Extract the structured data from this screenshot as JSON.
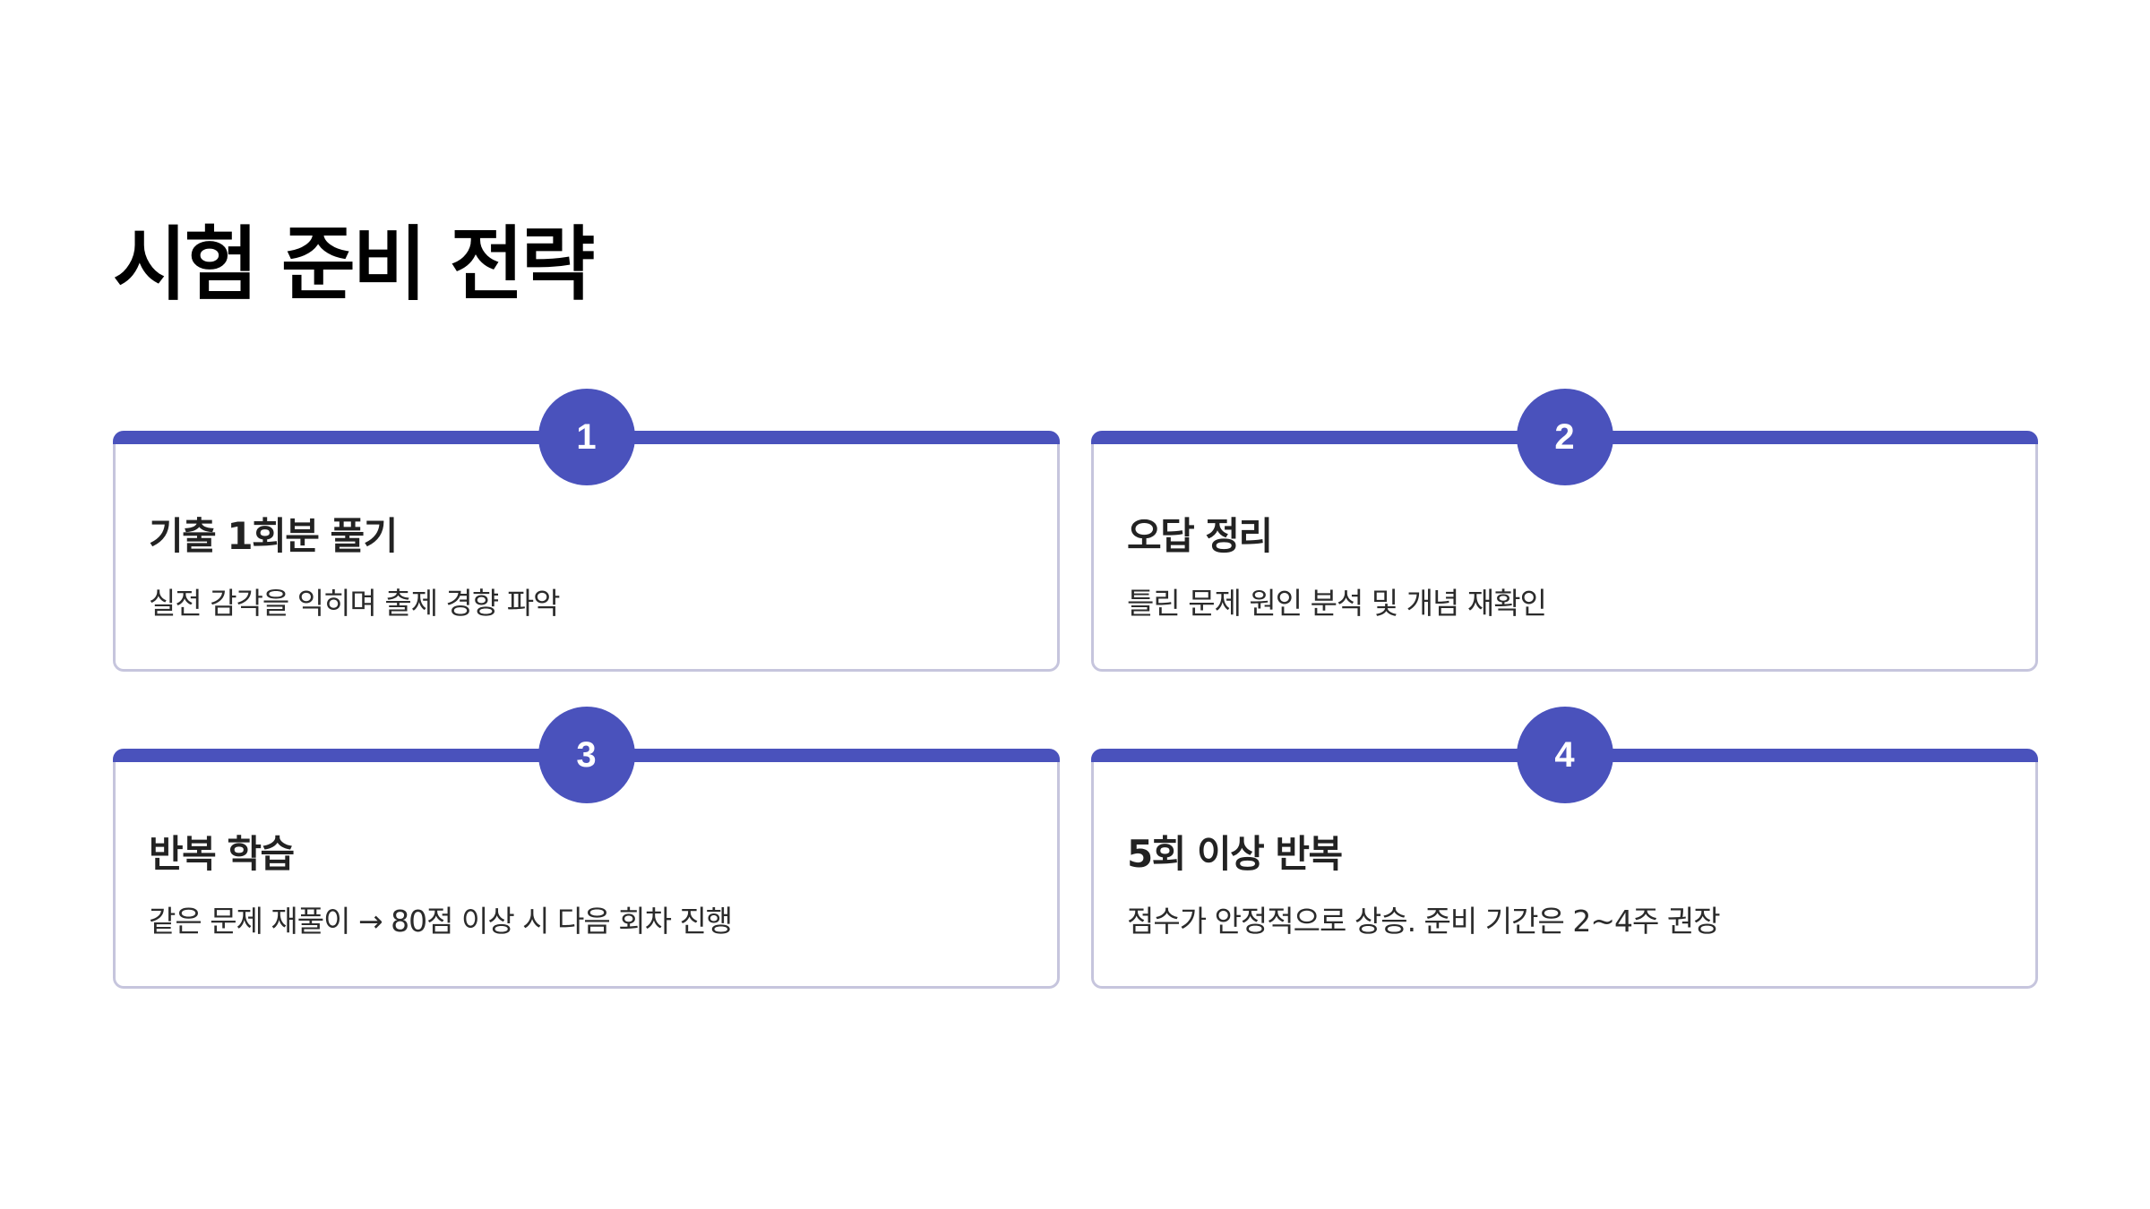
{
  "page": {
    "title": "시험 준비 전략"
  },
  "theme": {
    "accent": "#4a52bc",
    "card_border": "#c6c5dd",
    "title_color": "#000000",
    "text_color": "#222222",
    "background": "#ffffff"
  },
  "steps": [
    {
      "number": "1",
      "title": "기출 1회분 풀기",
      "description": "실전 감각을 익히며 출제 경향 파악"
    },
    {
      "number": "2",
      "title": "오답 정리",
      "description": "틀린 문제 원인 분석 및 개념 재확인"
    },
    {
      "number": "3",
      "title": "반복 학습",
      "description": "같은 문제 재풀이 → 80점 이상 시 다음 회차 진행"
    },
    {
      "number": "4",
      "title": "5회 이상 반복",
      "description": "점수가 안정적으로 상승. 준비 기간은 2~4주 권장"
    }
  ]
}
